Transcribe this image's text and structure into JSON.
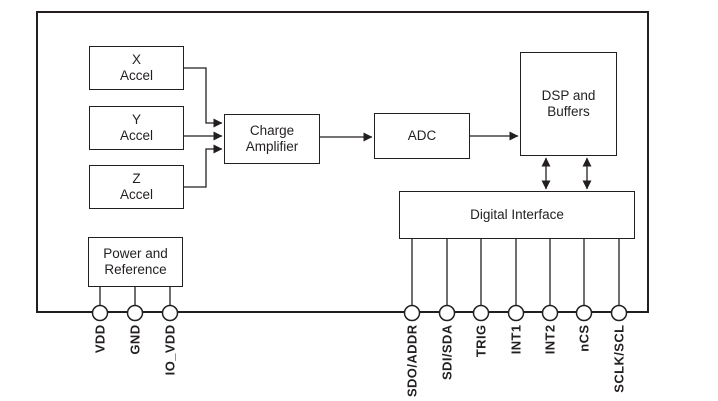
{
  "blocks": {
    "x_accel": {
      "lines": [
        "X",
        "Accel"
      ]
    },
    "y_accel": {
      "lines": [
        "Y",
        "Accel"
      ]
    },
    "z_accel": {
      "lines": [
        "Z",
        "Accel"
      ]
    },
    "charge_amplifier": {
      "lines": [
        "Charge",
        "Amplifier"
      ]
    },
    "adc": {
      "lines": [
        "ADC"
      ]
    },
    "dsp_buffers": {
      "lines": [
        "DSP and",
        "Buffers"
      ]
    },
    "digital_interface": {
      "lines": [
        "Digital Interface"
      ]
    },
    "power_reference": {
      "lines": [
        "Power and",
        "Reference"
      ]
    }
  },
  "pins": {
    "left": [
      "VDD",
      "GND",
      "IO_VDD"
    ],
    "right": [
      "SDO/ADDR",
      "SDI/SDA",
      "TRIG",
      "INT1",
      "INT2",
      "nCS",
      "SCLK/SCL"
    ]
  },
  "colors": {
    "line": "#231f20",
    "background": "#ffffff",
    "box_fill": "#ffffff"
  }
}
